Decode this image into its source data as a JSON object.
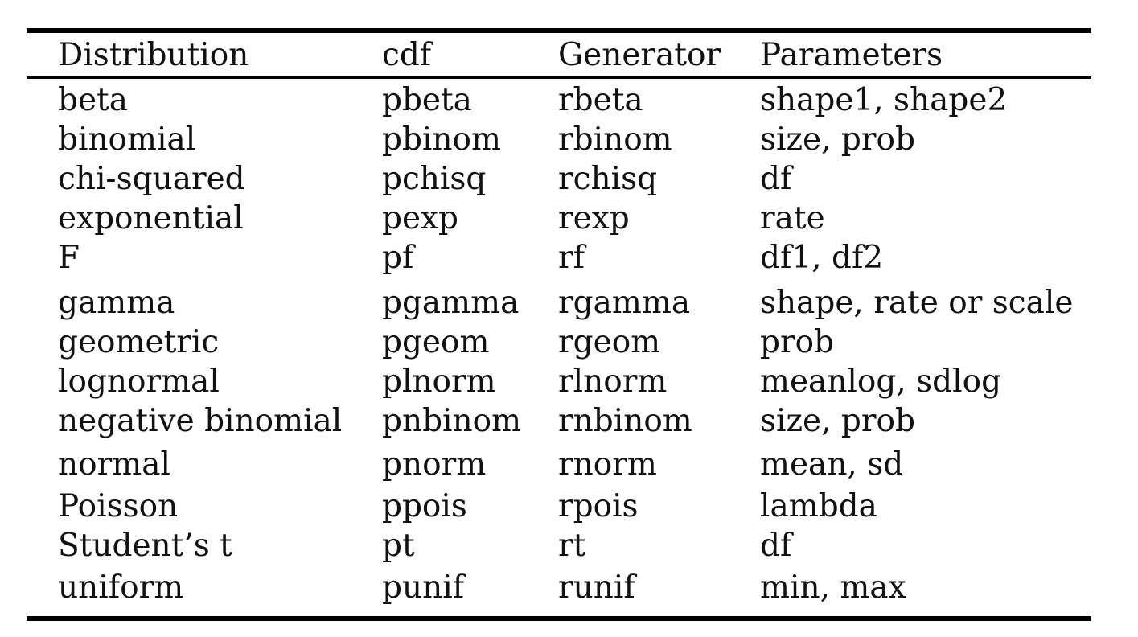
{
  "table": {
    "headers": [
      "Distribution",
      "cdf",
      "Generator",
      "Parameters"
    ],
    "rows": [
      [
        "beta",
        "pbeta",
        "rbeta",
        "shape1, shape2"
      ],
      [
        "binomial",
        "pbinom",
        "rbinom",
        "size, prob"
      ],
      [
        "chi-squared",
        "pchisq",
        "rchisq",
        "df"
      ],
      [
        "exponential",
        "pexp",
        "rexp",
        "rate"
      ],
      [
        "F",
        "pf",
        "rf",
        "df1, df2"
      ],
      [
        "gamma",
        "pgamma",
        "rgamma",
        "shape, rate or scale"
      ],
      [
        "geometric",
        "pgeom",
        "rgeom",
        "prob"
      ],
      [
        "lognormal",
        "plnorm",
        "rlnorm",
        "meanlog, sdlog"
      ],
      [
        "negative binomial",
        "pnbinom",
        "rnbinom",
        "size, prob"
      ],
      [
        "normal",
        "pnorm",
        "rnorm",
        "mean, sd"
      ],
      [
        "Poisson",
        "ppois",
        "rpois",
        "lambda"
      ],
      [
        "Student’s t",
        "pt",
        "rt",
        "df"
      ],
      [
        "uniform",
        "punif",
        "runif",
        "min, max"
      ]
    ]
  }
}
